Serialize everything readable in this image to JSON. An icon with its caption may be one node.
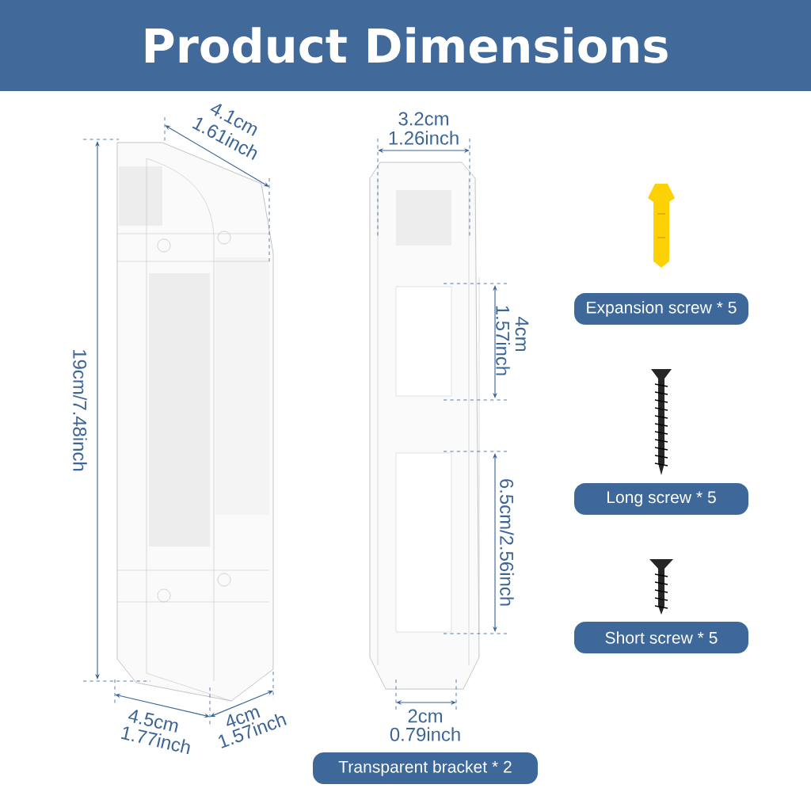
{
  "diagram": {
    "title": "Product Dimensions",
    "nodes": [
      {
        "text": [
          "Expansion screw * 5"
        ]
      },
      {
        "text": [
          "Long screw * 5"
        ]
      },
      {
        "text": [
          "Short screw * 5"
        ]
      },
      {
        "text": [
          "Transparent bracket * 2"
        ]
      }
    ],
    "labels": [
      "4.1cm",
      "1.61inch",
      "3.2cm",
      "1.26inch",
      "19cm/7.48inch",
      "4cm",
      "1.57inch",
      "6.5cm/2.56inch",
      "4.5cm",
      "1.77inch",
      "4cm",
      "1.57inch",
      "2cm",
      "0.79inch"
    ]
  }
}
